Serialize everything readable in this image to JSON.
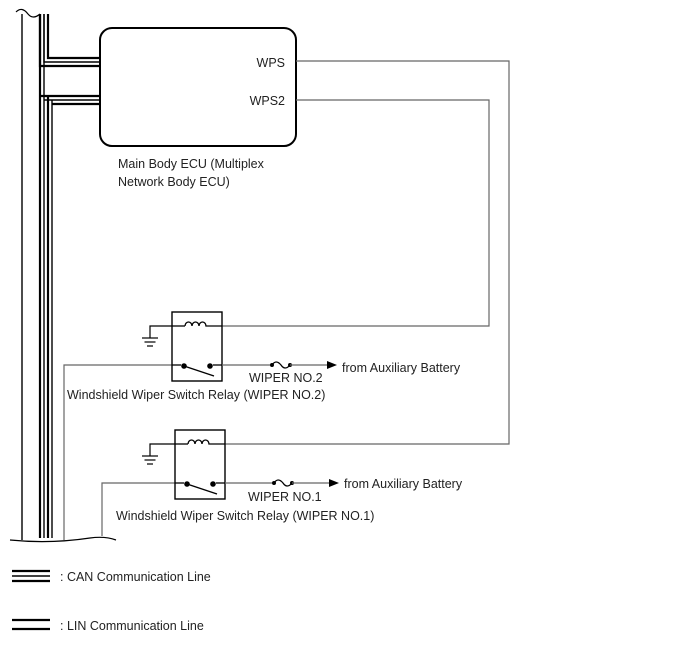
{
  "ecu": {
    "name_line1": "Main Body ECU (Multiplex",
    "name_line2": "Network Body ECU)",
    "pin_wps": "WPS",
    "pin_wps2": "WPS2"
  },
  "relay2": {
    "name": "Windshield Wiper Switch Relay (WIPER NO.2)",
    "fuse": "WIPER NO.2",
    "source": "from Auxiliary Battery"
  },
  "relay1": {
    "name": "Windshield Wiper Switch Relay (WIPER NO.1)",
    "fuse": "WIPER NO.1",
    "source": "from Auxiliary Battery"
  },
  "legend": {
    "can": ": CAN Communication Line",
    "lin": ": LIN Communication Line"
  }
}
